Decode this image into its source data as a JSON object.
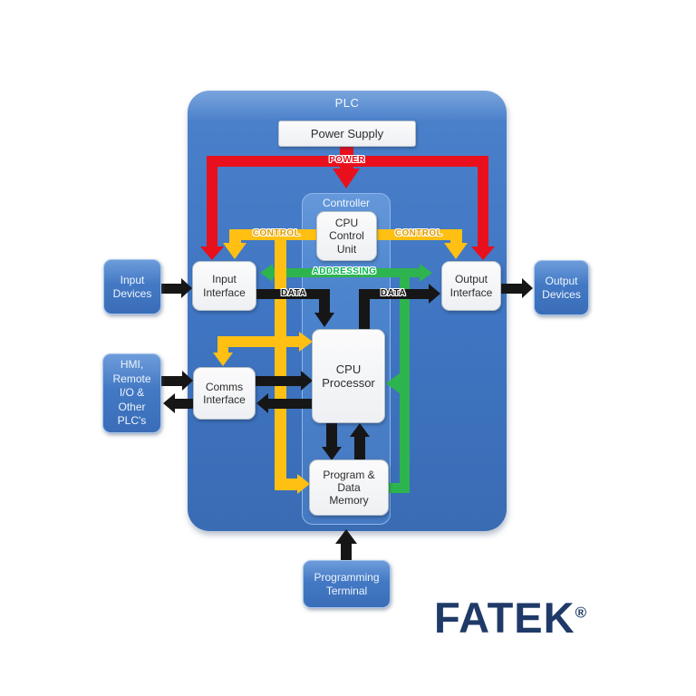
{
  "plc": {
    "label": "PLC",
    "power_supply": "Power Supply",
    "controller": {
      "label": "Controller",
      "cpu_control_unit": "CPU\nControl\nUnit",
      "cpu_processor": "CPU\nProcessor",
      "program_data_memory": "Program &\nData\nMemory"
    },
    "input_interface": "Input\nInterface",
    "output_interface": "Output\nInterface",
    "comms_interface": "Comms\nInterface"
  },
  "external_devices": {
    "input_devices": "Input\nDevices",
    "output_devices": "Output\nDevices",
    "hmi_remote": "HMI,\nRemote\nI/O &\nOther\nPLC's",
    "programming_terminal": "Programming\nTerminal"
  },
  "bus_labels": {
    "power": "POWER",
    "control_left": "CONTROL",
    "control_right": "CONTROL",
    "addressing": "ADDRESSING",
    "data_left": "DATA",
    "data_right": "DATA"
  },
  "logo": {
    "brand": "FATEK",
    "registered_mark": "®"
  },
  "colors": {
    "power_bus": "#e8101c",
    "control_bus": "#ffc013",
    "addressing_bus": "#2eb44e",
    "data_bus": "#161616",
    "plc_fill": "#3e74c1",
    "controller_fill": "#4c84cd",
    "device_box_fill": "#4379c4",
    "module_box_fill": "#f3f4f6",
    "logo_navy": "#1f3a68"
  }
}
